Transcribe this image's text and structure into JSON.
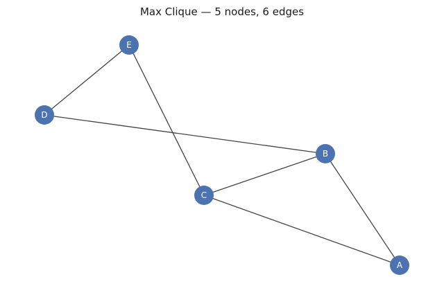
{
  "title": "Max Clique — 5 nodes, 6 edges",
  "colors": {
    "node_fill": "#4C72B0",
    "edge": "#444444",
    "label": "#ffffff",
    "background": "#ffffff"
  },
  "graph": {
    "nodes": [
      {
        "id": "E",
        "label": "E"
      },
      {
        "id": "D",
        "label": "D"
      },
      {
        "id": "B",
        "label": "B"
      },
      {
        "id": "C",
        "label": "C"
      },
      {
        "id": "A",
        "label": "A"
      }
    ],
    "edges": [
      {
        "source": "E",
        "target": "D"
      },
      {
        "source": "E",
        "target": "C"
      },
      {
        "source": "D",
        "target": "B"
      },
      {
        "source": "B",
        "target": "C"
      },
      {
        "source": "B",
        "target": "A"
      },
      {
        "source": "C",
        "target": "A"
      }
    ]
  }
}
